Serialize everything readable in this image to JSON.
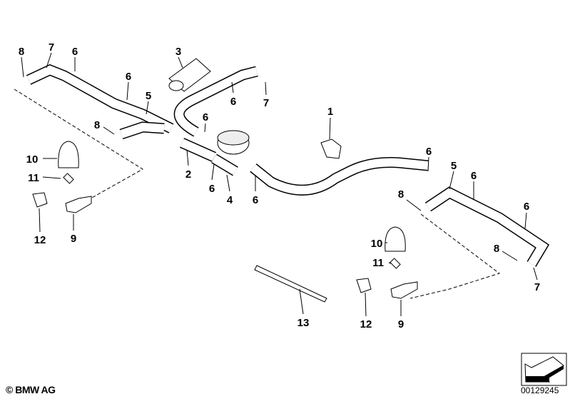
{
  "callouts": [
    "8",
    "7",
    "6",
    "6",
    "5",
    "8",
    "3",
    "6",
    "7",
    "6",
    "2",
    "6",
    "4",
    "6",
    "1",
    "6",
    "5",
    "6",
    "8",
    "6",
    "8",
    "7",
    "10",
    "11",
    "12",
    "9",
    "10",
    "11",
    "12",
    "9",
    "13"
  ],
  "copyright": "© BMW AG",
  "document_number": "00129245"
}
